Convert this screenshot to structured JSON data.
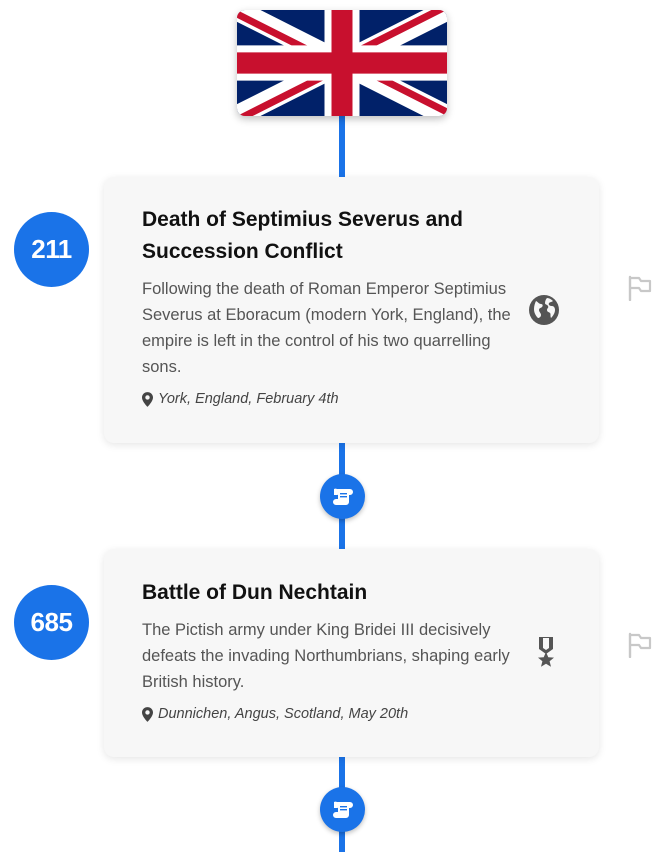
{
  "colors": {
    "accent": "#1a73e8",
    "card_bg": "#f7f7f7",
    "icon_gray": "#555555",
    "flag_blue": "#012169",
    "flag_red": "#c8102e"
  },
  "header": {
    "flag_icon": "union-jack-flag"
  },
  "events": [
    {
      "year": "211",
      "title": "Death of Septimius Severus and Succession Conflict",
      "description": "Following the death of Roman Emperor Septimius Severus at Eboracum (modern York, England), the empire is left in the control of his two quarrelling sons.",
      "place": "York, England, February 4th",
      "category_icon": "globe-icon",
      "side_icon": "flag-outline-icon"
    },
    {
      "year": "685",
      "title": "Battle of Dun Nechtain",
      "description": "The Pictish army under King Bridei III decisively defeats the invading Northumbrians, shaping early British history.",
      "place": "Dunnichen, Angus, Scotland, May 20th",
      "category_icon": "medal-icon",
      "side_icon": "flag-outline-icon"
    }
  ],
  "connectors": [
    {
      "icon": "scroll-icon"
    },
    {
      "icon": "scroll-icon"
    }
  ]
}
